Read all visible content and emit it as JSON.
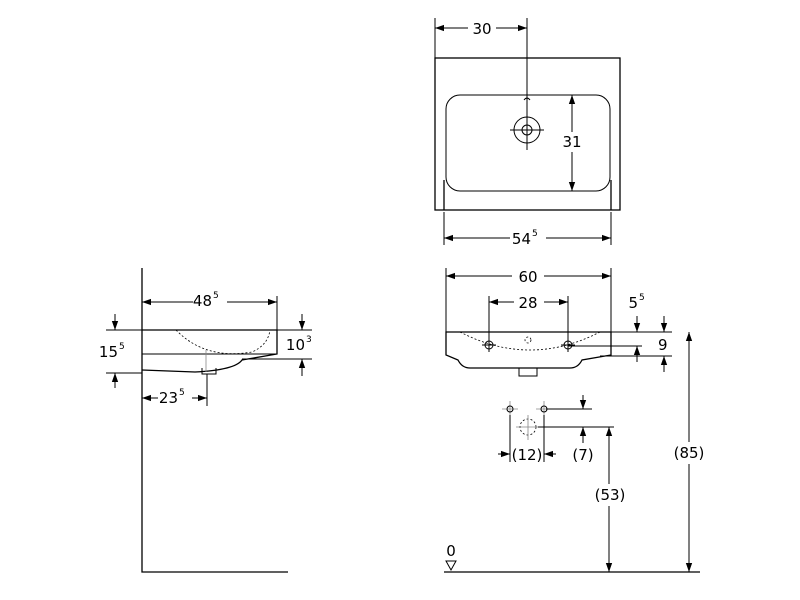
{
  "top_view": {
    "dim_tap_offset": "30",
    "dim_bowl_depth": "31",
    "dim_bowl_width_main": "54",
    "dim_bowl_width_sup": "5"
  },
  "side_view": {
    "dim_depth_main": "48",
    "dim_depth_sup": "5",
    "dim_height_main": "15",
    "dim_height_sup": "5",
    "dim_rim_main": "10",
    "dim_rim_sup": "3",
    "dim_waste_main": "23",
    "dim_waste_sup": "5"
  },
  "front_view": {
    "dim_overall_width": "60",
    "dim_fixing_spacing": "28",
    "dim_rim_main": "5",
    "dim_rim_sup": "5",
    "dim_basin_height": "9",
    "dim_supply_spacing": "(12)",
    "dim_supply_offset": "(7)",
    "dim_supply_height": "(53)",
    "dim_rim_height": "(85)",
    "floor_label": "0"
  }
}
